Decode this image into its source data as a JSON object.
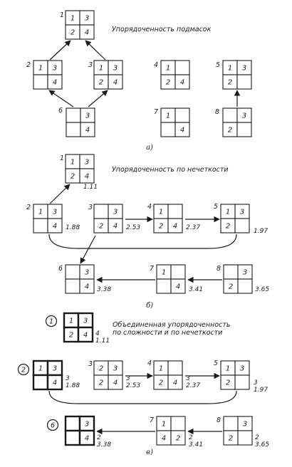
{
  "sections": [
    {
      "caption": [
        "Упорядоченность подмасок"
      ],
      "sublabel": "а)",
      "nodes": [
        {
          "id": "1",
          "cells": [
            "1",
            "3",
            "2",
            "4"
          ],
          "values": []
        },
        {
          "id": "2",
          "cells": [
            "1",
            "3",
            "",
            "4"
          ],
          "values": []
        },
        {
          "id": "3",
          "cells": [
            "1",
            "3",
            "2",
            "4"
          ],
          "values": []
        },
        {
          "id": "4",
          "cells": [
            "1",
            "",
            "2",
            "4"
          ],
          "values": []
        },
        {
          "id": "5",
          "cells": [
            "1",
            "3",
            "2",
            ""
          ],
          "values": []
        },
        {
          "id": "6",
          "cells": [
            "",
            "3",
            "",
            "4"
          ],
          "values": []
        },
        {
          "id": "7",
          "cells": [
            "1",
            "",
            "",
            "4"
          ],
          "values": []
        },
        {
          "id": "8",
          "cells": [
            "",
            "3",
            "2",
            ""
          ],
          "values": []
        }
      ]
    },
    {
      "caption": [
        "Упорядоченность по нечеткости"
      ],
      "sublabel": "б)",
      "nodes": [
        {
          "id": "1",
          "cells": [
            "1",
            "3",
            "2",
            "4"
          ],
          "values": [
            "1.11"
          ]
        },
        {
          "id": "2",
          "cells": [
            "1",
            "3",
            "",
            "4"
          ],
          "values": [
            "1.88"
          ]
        },
        {
          "id": "3",
          "cells": [
            "",
            "3",
            "2",
            "4"
          ],
          "values": [
            "2.53"
          ]
        },
        {
          "id": "4",
          "cells": [
            "1",
            "",
            "2",
            "4"
          ],
          "values": [
            "2.37"
          ]
        },
        {
          "id": "5",
          "cells": [
            "1",
            "3",
            "2",
            ""
          ],
          "values": [
            "1.97"
          ]
        },
        {
          "id": "6",
          "cells": [
            "",
            "3",
            "",
            "4"
          ],
          "values": [
            "3.38"
          ]
        },
        {
          "id": "7",
          "cells": [
            "1",
            "",
            "",
            "4"
          ],
          "values": [
            "3.41"
          ]
        },
        {
          "id": "8",
          "cells": [
            "",
            "3",
            "2",
            ""
          ],
          "values": [
            "3.65"
          ]
        }
      ]
    },
    {
      "caption": [
        "Объединенная упорядоченность",
        "по сложности и по нечеткости"
      ],
      "sublabel": "в)",
      "nodes": [
        {
          "id": "1",
          "cells": [
            "1",
            "3",
            "2",
            "4"
          ],
          "values": [
            "4",
            "1.11"
          ]
        },
        {
          "id": "2",
          "cells": [
            "1",
            "3",
            "",
            "4"
          ],
          "values": [
            "3",
            "1.88"
          ]
        },
        {
          "id": "3",
          "cells": [
            "2",
            "3",
            "2",
            "4"
          ],
          "values": [
            "3",
            "2.53"
          ]
        },
        {
          "id": "4",
          "cells": [
            "1",
            "",
            "2",
            "4"
          ],
          "values": [
            "3",
            "2.37"
          ]
        },
        {
          "id": "5",
          "cells": [
            "1",
            "3",
            "2",
            ""
          ],
          "values": [
            "3",
            "1.97"
          ]
        },
        {
          "id": "6",
          "cells": [
            "",
            "3",
            "",
            "4"
          ],
          "values": [
            "2",
            "3.38"
          ]
        },
        {
          "id": "7",
          "cells": [
            "1",
            "",
            "4",
            "2"
          ],
          "values": [
            "2",
            "3.41"
          ]
        },
        {
          "id": "8",
          "cells": [
            "",
            "3",
            "2",
            ""
          ],
          "values": [
            "2",
            "3.65"
          ]
        }
      ]
    }
  ]
}
